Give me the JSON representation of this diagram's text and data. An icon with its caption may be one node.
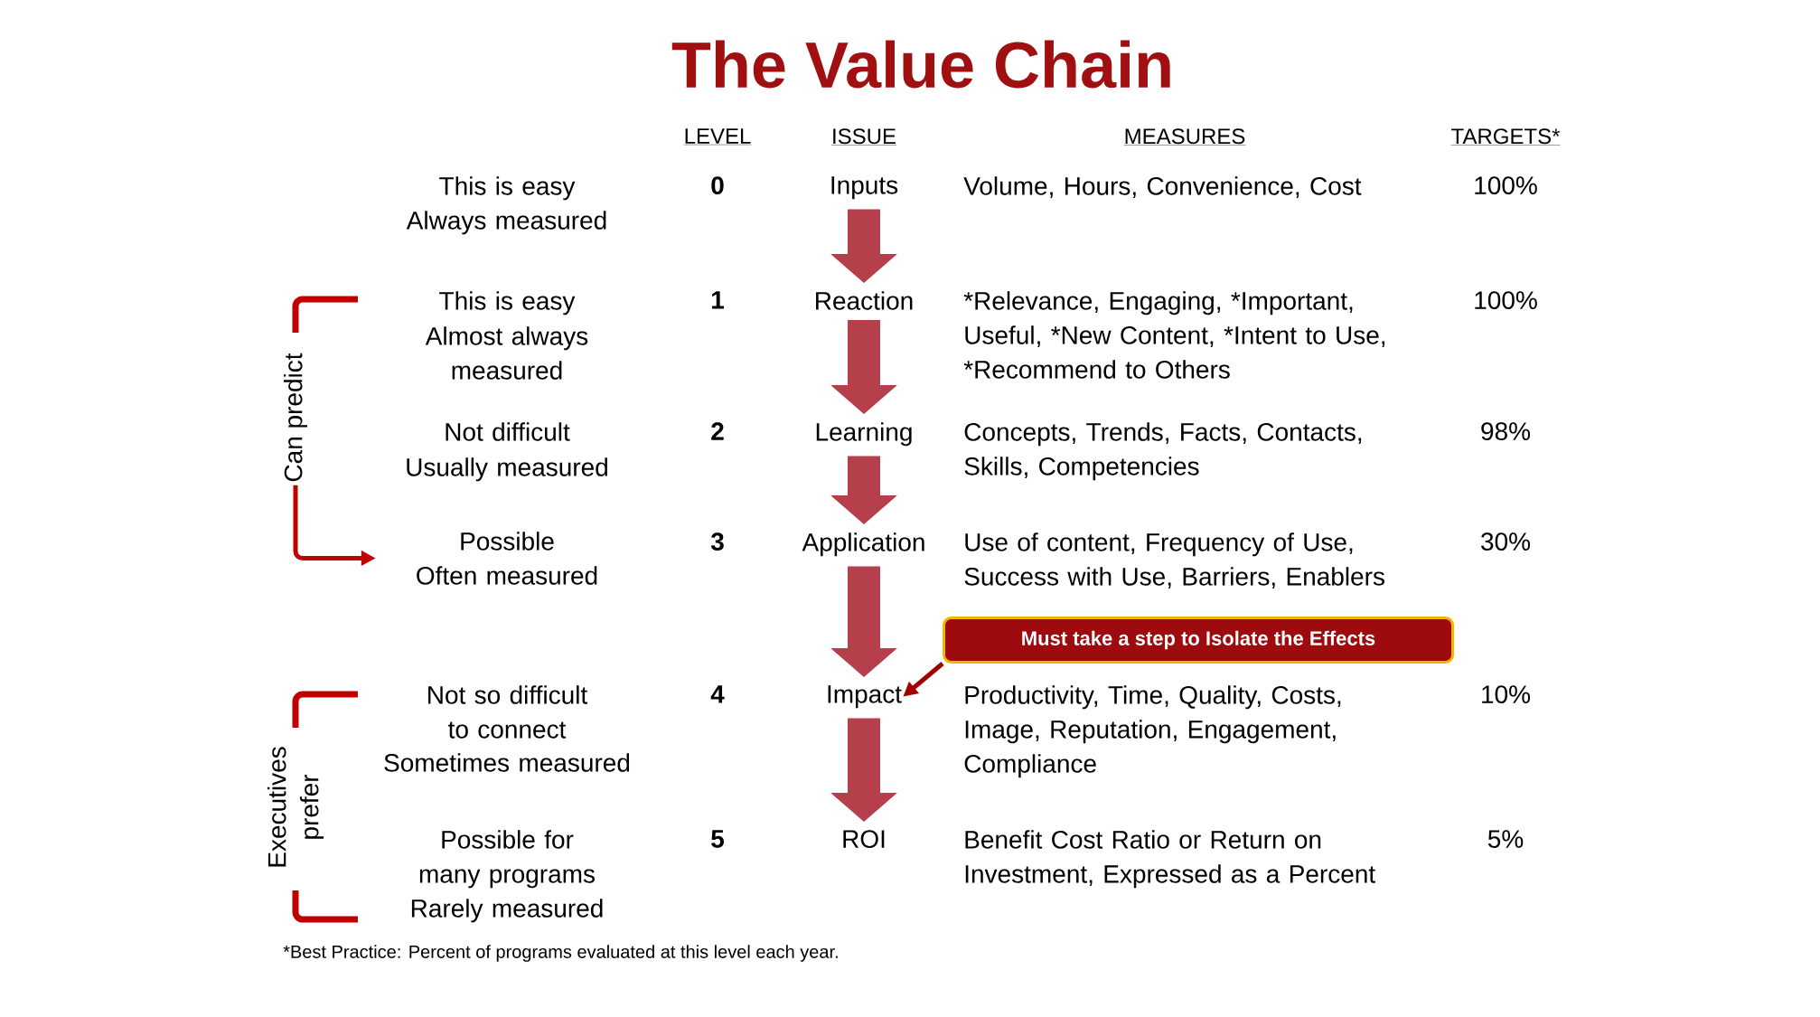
{
  "diagram": {
    "title": "The Value Chain",
    "nodes": [
      {
        "text": [
          "Inputs"
        ]
      },
      {
        "text": [
          "Reaction"
        ]
      },
      {
        "text": [
          "Learning"
        ]
      },
      {
        "text": [
          "Application"
        ]
      },
      {
        "text": [
          "Impact"
        ]
      },
      {
        "text": [
          "ROI"
        ]
      },
      {
        "text": [
          "Must take a step to Isolate the Effects"
        ]
      },
      {
        "text": [
          "Can predict"
        ]
      },
      {
        "text": [
          "Possible",
          "Often measured"
        ]
      }
    ],
    "edges": [
      {
        "from": 0,
        "to": 1,
        "arrow": "to"
      },
      {
        "from": 1,
        "to": 2,
        "arrow": "to"
      },
      {
        "from": 2,
        "to": 3,
        "arrow": "to"
      },
      {
        "from": 3,
        "to": 4,
        "arrow": "to"
      },
      {
        "from": 4,
        "to": 5,
        "arrow": "to"
      },
      {
        "from": 6,
        "to": 4,
        "arrow": "to",
        "color": "#a00000"
      },
      {
        "from": 7,
        "to": 8,
        "arrow": "to",
        "color": "#c00000"
      }
    ],
    "labels": [
      "LEVEL",
      "ISSUE",
      "MEASURES",
      "TARGETS*",
      "This is easy",
      "Always measured",
      "0",
      "Volume, Hours, Convenience, Cost",
      "100%",
      "This is easy",
      "Almost always measured",
      "1",
      "*Relevance, Engaging, *Important, Useful, *New Content, *Intent to Use, *Recommend to Others",
      "100%",
      "Not difficult",
      "Usually measured",
      "2",
      "Concepts, Trends, Facts, Contacts, Skills, Competencies",
      "98%",
      "3",
      "Use of content, Frequency of Use, Success with Use, Barriers, Enablers",
      "30%",
      "Not so difficult to connect",
      "Sometimes measured",
      "4",
      "Productivity, Time, Quality, Costs, Image, Reputation, Engagement, Compliance",
      "10%",
      "Possible for many programs",
      "Rarely measured",
      "5",
      "Benefit Cost Ratio or Return on Investment, Expressed as a Percent",
      "5%",
      "Executives prefer",
      "*Best Practice: Percent of programs evaluated at this level each year."
    ]
  }
}
